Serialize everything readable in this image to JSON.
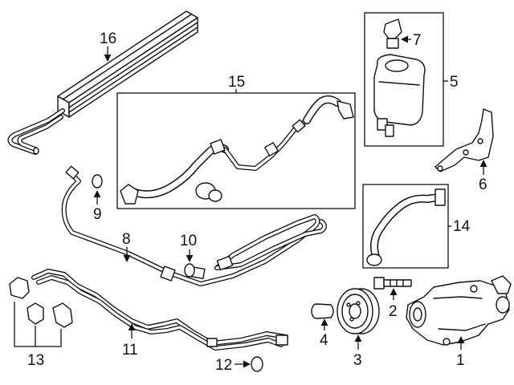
{
  "diagram": {
    "callouts": {
      "c1": "1",
      "c2": "2",
      "c3": "3",
      "c4": "4",
      "c5": "5",
      "c6": "6",
      "c7": "7",
      "c8": "8",
      "c9": "9",
      "c10": "10",
      "c11": "11",
      "c12": "12",
      "c13": "13",
      "c14": "14",
      "c15": "15",
      "c16": "16"
    },
    "colors": {
      "line": "#111111",
      "background": "#ffffff"
    }
  }
}
